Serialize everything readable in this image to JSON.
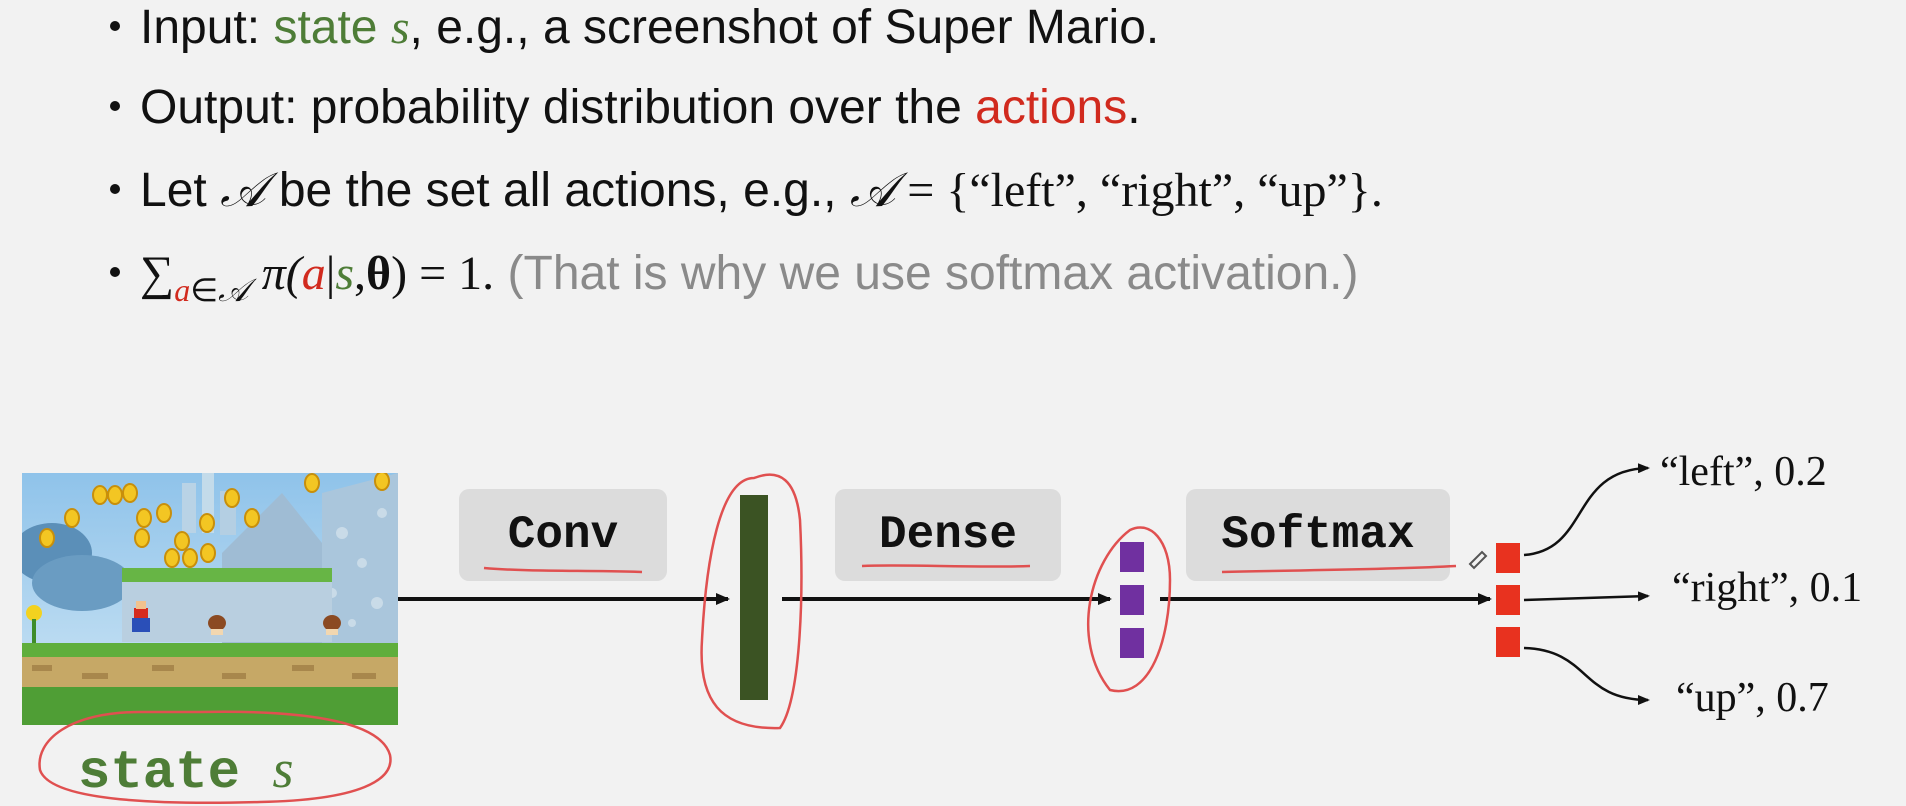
{
  "bullets": {
    "b1": {
      "prefix": "Input: ",
      "state_word": "state",
      "state_var": "s",
      "suffix": ", e.g., a screenshot of Super Mario."
    },
    "b2": {
      "prefix": "Output: probability distribution over the ",
      "actions_word": "actions",
      "suffix": "."
    },
    "b3": {
      "prefix": "Let ",
      "set_symbol": "𝒜",
      "middle": " be the set all actions, e.g., ",
      "set_symbol2": "𝒜",
      "equation": " = {“left”, “right”, “up”}."
    },
    "b4": {
      "sum": "∑",
      "sub_a": "a",
      "sub_in": "∈",
      "sub_set": "𝒜",
      "pi_open": "π(",
      "a": "a",
      "bar": "|",
      "s": "s",
      "comma": ",",
      "theta": "θ",
      "close": ") = 1.",
      "note": "(That is why we use softmax activation.)"
    }
  },
  "diagram": {
    "conv_label": "Conv",
    "dense_label": "Dense",
    "softmax_label": "Softmax",
    "state_label_word": "state",
    "state_label_var": "s",
    "outputs": [
      {
        "text": "“left”, 0.2",
        "prob": 0.2
      },
      {
        "text": "“right”, 0.1",
        "prob": 0.1
      },
      {
        "text": "“up”, 0.7",
        "prob": 0.7
      }
    ]
  },
  "colors": {
    "green": "#4e7d37",
    "red": "#d12a1e",
    "purple": "#7030a0",
    "dark_green": "#3b5323",
    "output_red": "#e8321f",
    "annotation_red": "#e05050"
  }
}
